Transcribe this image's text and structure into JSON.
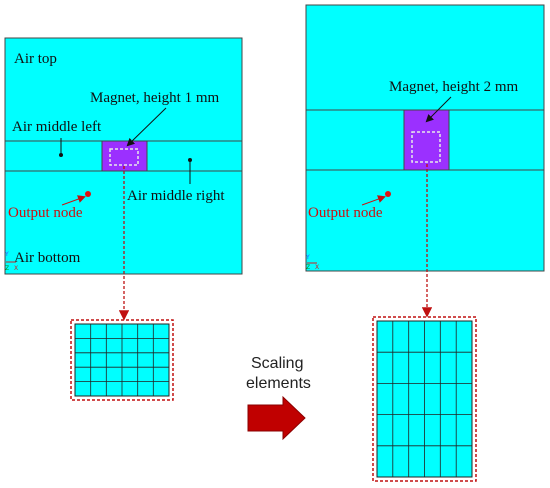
{
  "left_model": {
    "regions": {
      "air_top": "Air top",
      "air_middle_left": "Air middle left",
      "air_middle_right": "Air middle right",
      "air_bottom": "Air bottom"
    },
    "magnet_label": "Magnet, height 1 mm",
    "output_node": "Output node",
    "axes": {
      "y": "Y",
      "z": "Z",
      "x": "X"
    }
  },
  "right_model": {
    "magnet_label": "Magnet, height 2 mm",
    "output_node": "Output node",
    "axes": {
      "y": "Y",
      "z": "Z",
      "x": "X"
    }
  },
  "transition": {
    "line1": "Scaling",
    "line2": "elements"
  },
  "colors": {
    "air": "#00ffff",
    "magnet": "#9b30ff",
    "node": "#dd1111",
    "outline": "#444444",
    "dashed": "#c01010",
    "arrow": "#c00000"
  }
}
